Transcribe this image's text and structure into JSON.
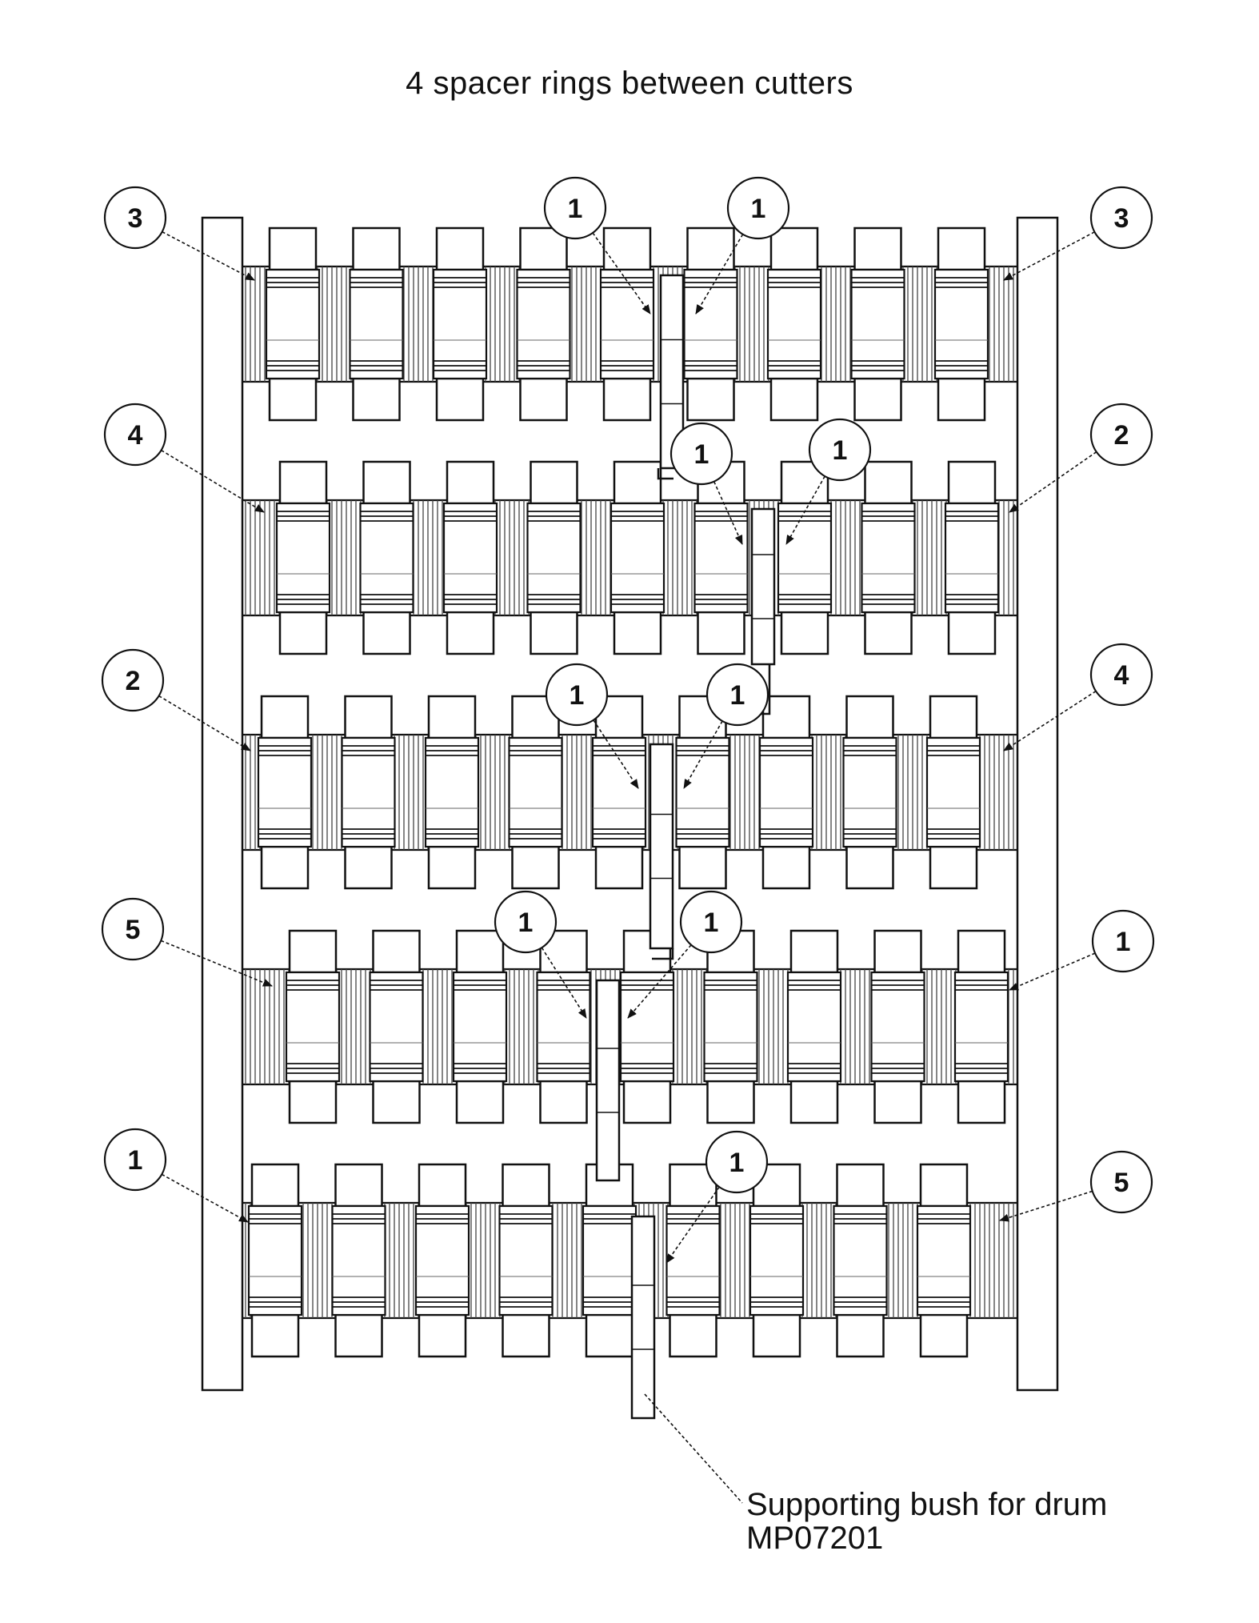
{
  "title": "4 spacer rings between cutters",
  "caption": {
    "line1": "Supporting bush for drum",
    "line2": "MP07201"
  },
  "rows": [
    {
      "left_label": "3",
      "right_label": "3",
      "inner_labels": [
        "1",
        "1"
      ]
    },
    {
      "left_label": "4",
      "right_label": "2",
      "inner_labels": [
        "1",
        "1"
      ]
    },
    {
      "left_label": "2",
      "right_label": "4",
      "inner_labels": [
        "1",
        "1"
      ]
    },
    {
      "left_label": "5",
      "right_label": "1",
      "inner_labels": [
        "1",
        "1"
      ]
    },
    {
      "left_label": "1",
      "right_label": "5",
      "inner_labels": [
        "1"
      ]
    }
  ]
}
